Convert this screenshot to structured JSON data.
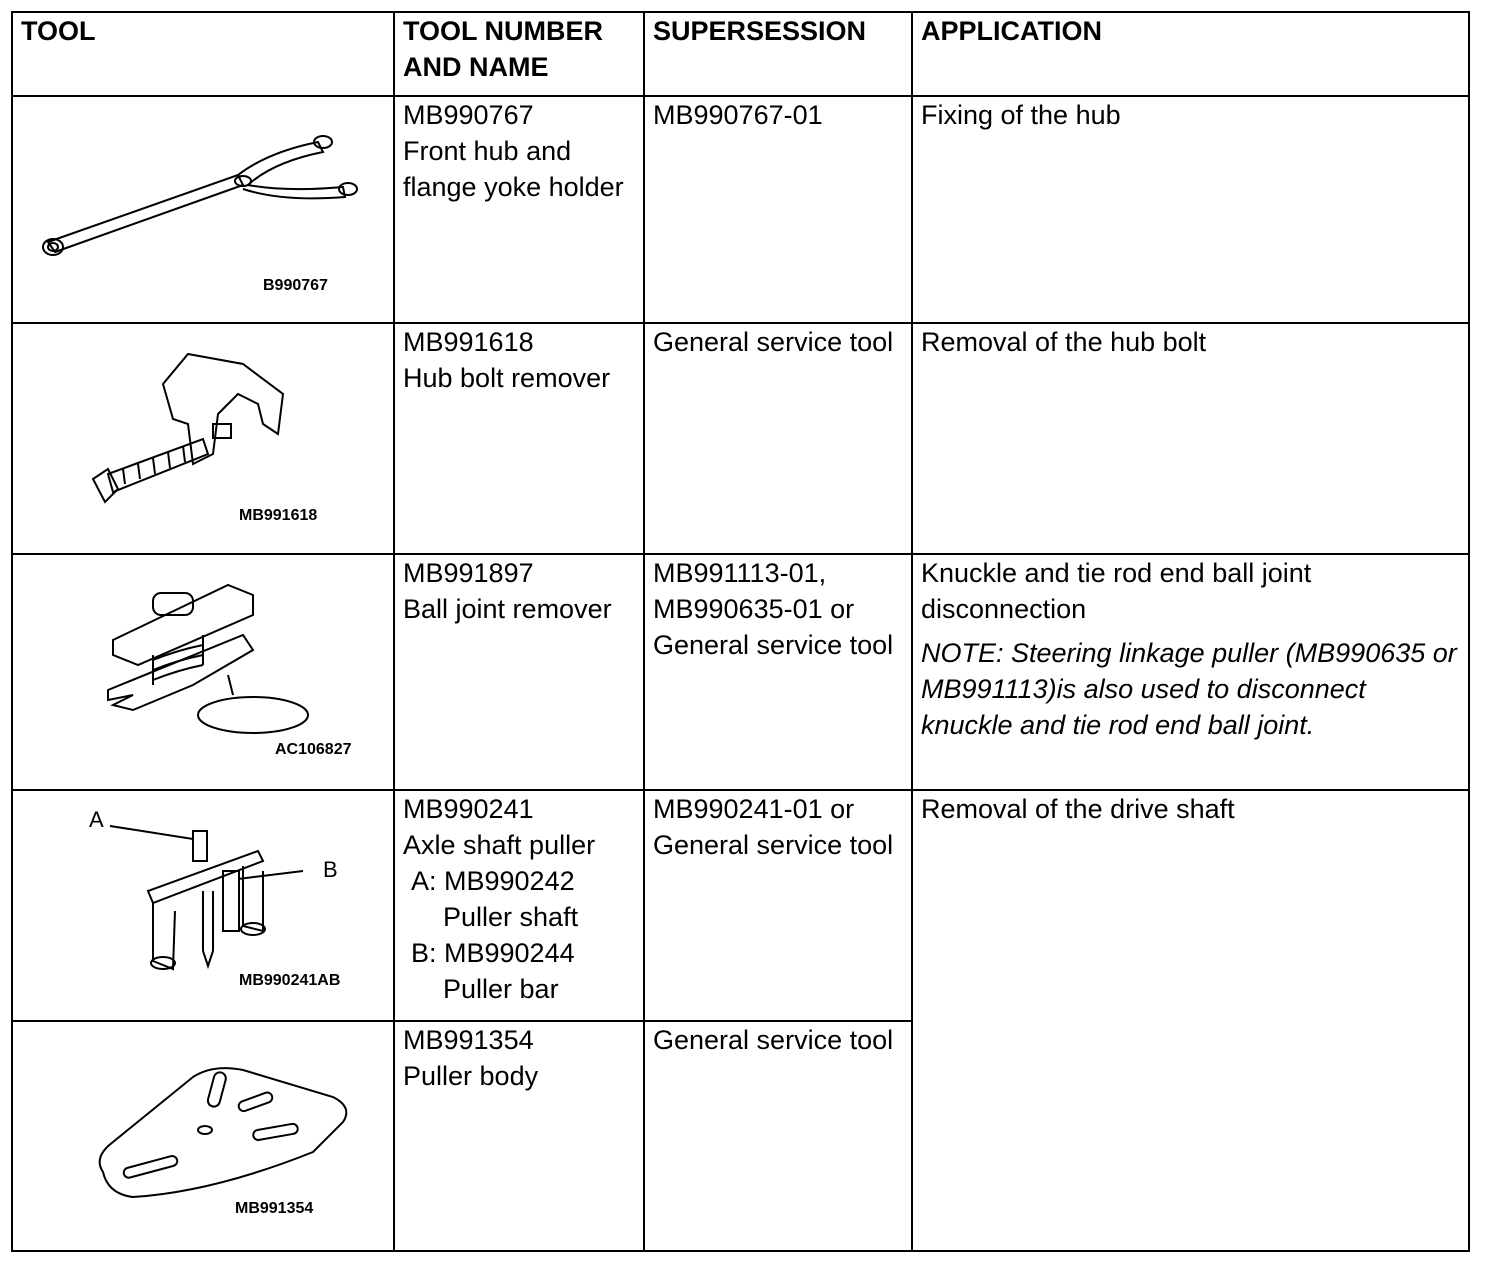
{
  "headers": {
    "tool": "TOOL",
    "tool_number_l1": "TOOL NUMBER",
    "tool_number_l2": "AND NAME",
    "supersession": "SUPERSESSION",
    "application": "APPLICATION"
  },
  "rows": [
    {
      "caption": "B990767",
      "number": "MB990767",
      "name": "Front hub and flange yoke holder",
      "supersession": "MB990767-01",
      "application": "Fixing of the hub"
    },
    {
      "caption": "MB991618",
      "number": "MB991618",
      "name": "Hub bolt remover",
      "supersession": "General service tool",
      "application": "Removal of the hub bolt"
    },
    {
      "caption": "AC106827",
      "number": "MB991897",
      "name": "Ball joint remover",
      "supersession": "MB991113-01, MB990635-01 or General service tool",
      "application": "Knuckle and tie rod end ball joint disconnection",
      "note": "NOTE: Steering linkage puller (MB990635 or MB991113)is also used to disconnect knuckle and tie rod end ball joint."
    },
    {
      "caption": "MB990241AB",
      "label_a": "A",
      "label_b": "B",
      "number": "MB990241",
      "name": "Axle shaft puller",
      "part_a": "A: MB990242",
      "part_a_name": "Puller shaft",
      "part_b": "B: MB990244",
      "part_b_name": "Puller bar",
      "supersession": "MB990241-01 or General service tool",
      "application": "Removal of the drive shaft"
    },
    {
      "caption": "MB991354",
      "number": "MB991354",
      "name": "Puller body",
      "supersession": "General service tool"
    }
  ]
}
